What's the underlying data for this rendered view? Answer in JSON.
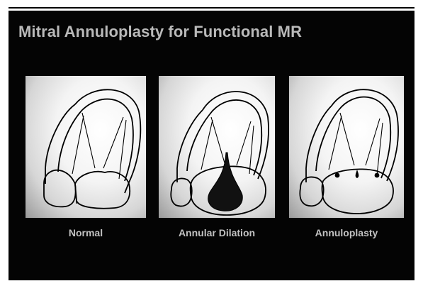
{
  "slide": {
    "title": "Mitral Annuloplasty for Functional MR"
  },
  "panels": [
    {
      "label": "Normal"
    },
    {
      "label": "Annular Dilation"
    },
    {
      "label": "Annuloplasty"
    }
  ],
  "colors": {
    "background": "#040404",
    "title_text": "#b9b9b9",
    "caption_text": "#c2c2c2",
    "regurgitant_jet": "#111111"
  }
}
